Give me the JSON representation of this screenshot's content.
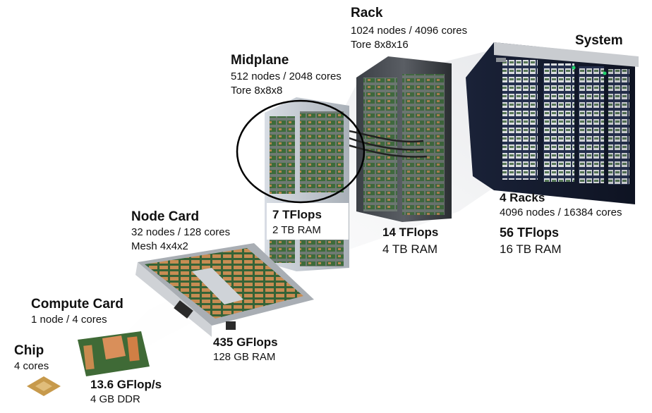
{
  "levels": [
    {
      "key": "chip",
      "title": "Chip",
      "lines": [
        "4 cores"
      ],
      "perf": "",
      "mem": ""
    },
    {
      "key": "compute_card",
      "title": "Compute Card",
      "lines": [
        "1 node / 4 cores"
      ],
      "perf": "13.6 GFlop/s",
      "mem": "4 GB DDR"
    },
    {
      "key": "node_card",
      "title": "Node Card",
      "lines": [
        "32 nodes / 128 cores",
        "Mesh 4x4x2"
      ],
      "perf": "435 GFlops",
      "mem": "128 GB RAM"
    },
    {
      "key": "midplane",
      "title": "Midplane",
      "lines": [
        "512 nodes / 2048 cores",
        "Tore 8x8x8"
      ],
      "perf": "7 TFlops",
      "mem": "2 TB RAM"
    },
    {
      "key": "rack",
      "title": "Rack",
      "lines": [
        "1024 nodes / 4096 cores",
        "Tore 8x8x16"
      ],
      "perf": "14 TFlops",
      "mem": "4 TB RAM"
    },
    {
      "key": "system",
      "title": "System",
      "lines": [],
      "perf": "56 TFlops",
      "mem": "16 TB RAM"
    }
  ],
  "system_detail": {
    "title": "4 Racks",
    "line": "4096 nodes / 16384 cores"
  },
  "colors": {
    "dark_metal": "#2c2f33",
    "board_green": "#3d6b3a",
    "copper": "#c98a4e",
    "rack_blue": "#1b2340",
    "silver": "#c9ccd0"
  }
}
